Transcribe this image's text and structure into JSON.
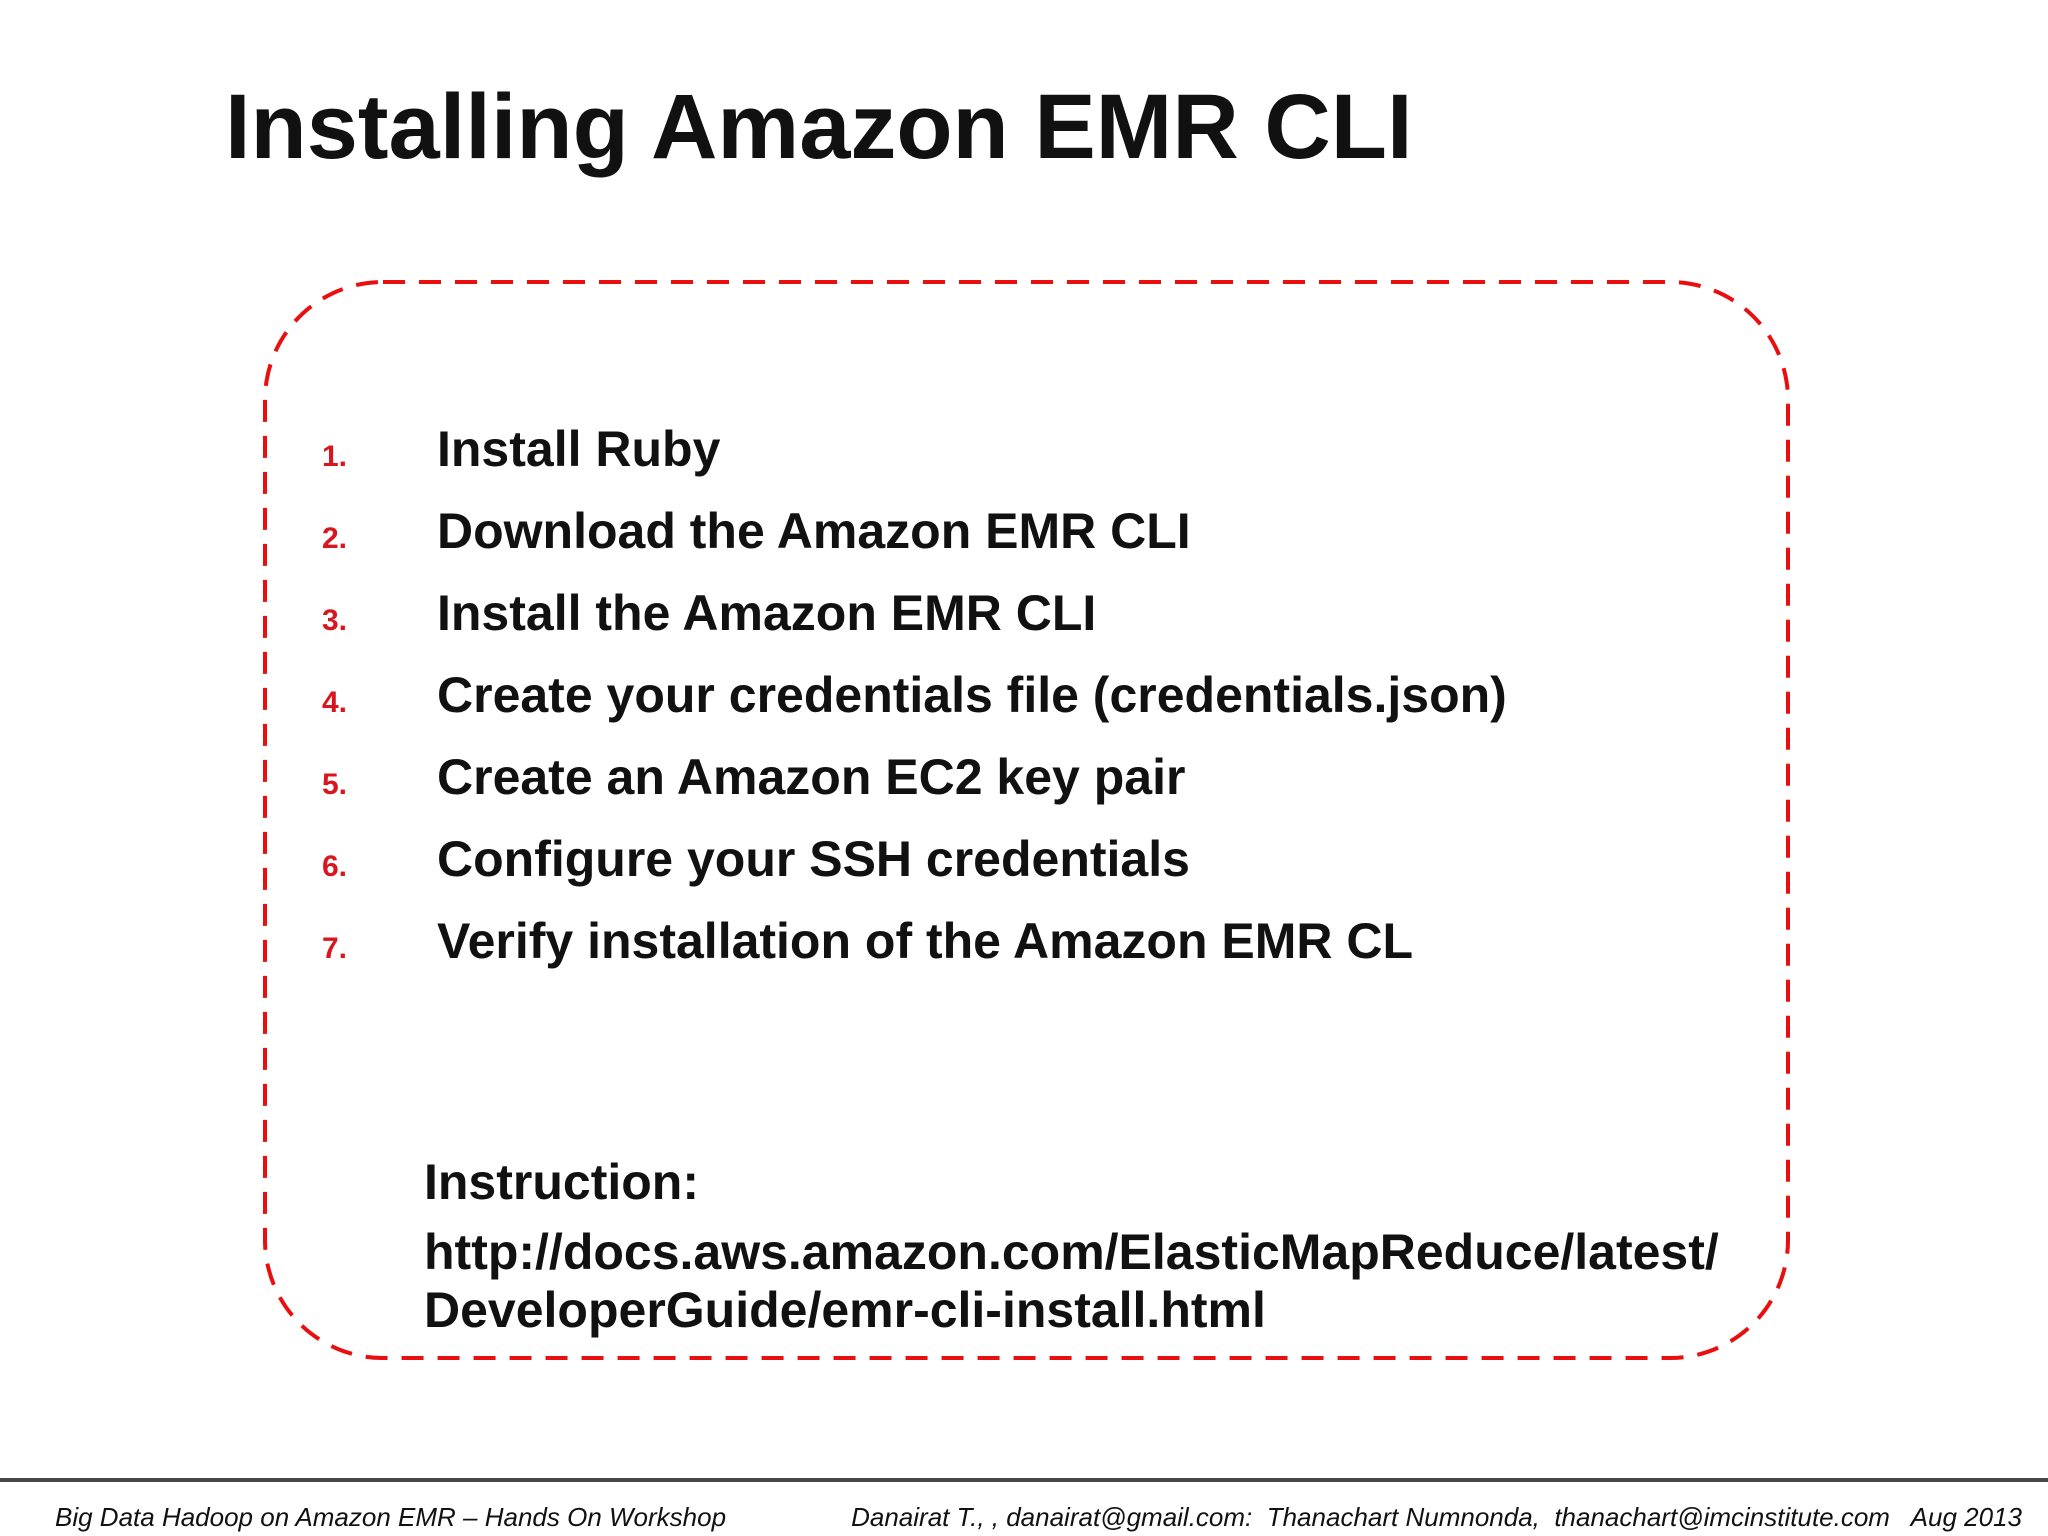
{
  "slide": {
    "title": "Installing Amazon EMR CLI",
    "steps": [
      {
        "num": "1.",
        "text": "Install Ruby"
      },
      {
        "num": "2.",
        "text": "Download the Amazon EMR CLI"
      },
      {
        "num": "3.",
        "text": "Install the Amazon EMR CLI"
      },
      {
        "num": "4.",
        "text": "Create your credentials file (credentials.json)"
      },
      {
        "num": "5.",
        "text": "Create an Amazon EC2 key pair"
      },
      {
        "num": "6.",
        "text": "Configure your SSH credentials"
      },
      {
        "num": "7.",
        "text": "Verify installation of the Amazon EMR CL"
      }
    ],
    "instruction_label": "Instruction:",
    "instruction_url_line1": "http://docs.aws.amazon.com/ElasticMapReduce/latest/",
    "instruction_url_line2": "DeveloperGuide/emr-cli-install.html"
  },
  "footer": {
    "left": "Big Data Hadoop on Amazon EMR – Hands On Workshop",
    "right": "Danairat T., , danairat@gmail.com:  Thanachart Numnonda,  thanachart@imcinstitute.com   Aug 2013"
  },
  "colors": {
    "accent_red": "#ea0f0f",
    "number_red": "#d9151e",
    "text": "#111111",
    "footer_rule": "#474747"
  }
}
